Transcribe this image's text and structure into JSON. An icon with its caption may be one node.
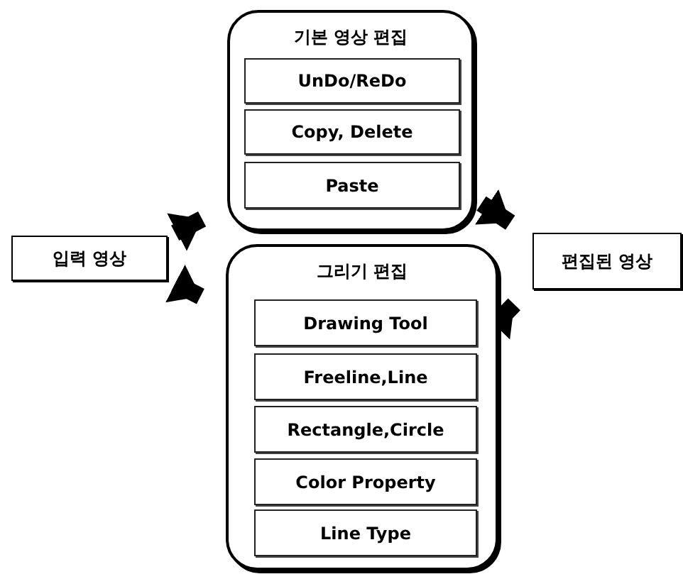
{
  "diagram": {
    "nodes": [
      {
        "text": [
          "입력 영상"
        ]
      },
      {
        "text": [
          "기본 영상 편집"
        ]
      },
      {
        "text": [
          "UnDo/ReDo"
        ],
        "in": 1
      },
      {
        "text": [
          "Copy, Delete"
        ],
        "in": 1
      },
      {
        "text": [
          "Paste"
        ],
        "in": 1
      },
      {
        "text": [
          "그리기 편집"
        ]
      },
      {
        "text": [
          "Drawing Tool"
        ],
        "in": 5
      },
      {
        "text": [
          "Freeline,Line"
        ],
        "in": 5
      },
      {
        "text": [
          "Rectangle,Circle"
        ],
        "in": 5
      },
      {
        "text": [
          "Color Property"
        ],
        "in": 5
      },
      {
        "text": [
          "Line Type"
        ],
        "in": 5
      },
      {
        "text": [
          "편집된 영상"
        ]
      }
    ],
    "edges": [
      {
        "from": 0,
        "to": 1,
        "arrow": "to"
      },
      {
        "from": 0,
        "to": 5,
        "arrow": "to"
      },
      {
        "from": 1,
        "to": 11,
        "arrow": "to"
      },
      {
        "from": 5,
        "to": 11,
        "arrow": "to"
      }
    ]
  }
}
